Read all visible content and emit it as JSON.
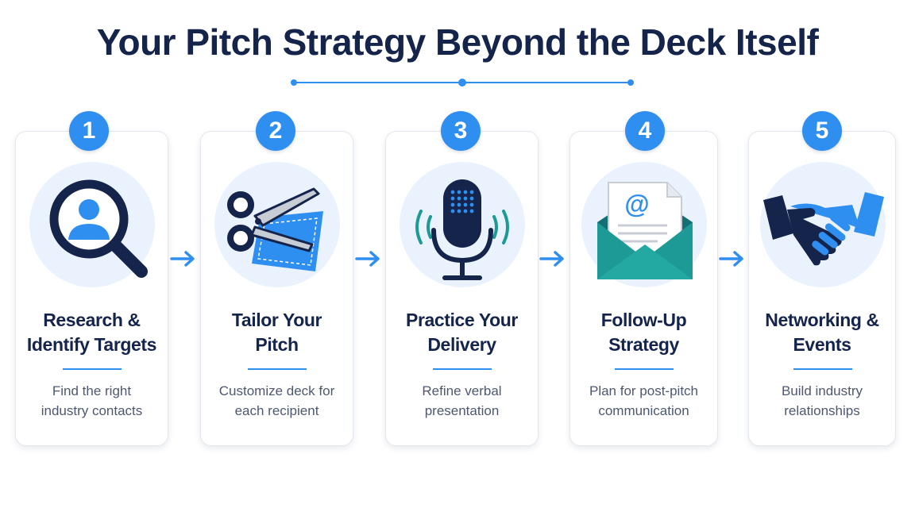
{
  "title": "Your Pitch Strategy Beyond the Deck Itself",
  "colors": {
    "navy": "#14244b",
    "accent_blue": "#2e8ff0",
    "light_blue_circle": "#e9f2fd",
    "teal": "#1d9a95",
    "body_text": "#4d5870"
  },
  "steps": [
    {
      "number": "1",
      "icon": "magnifying-glass-person-icon",
      "title_line1": "Research &",
      "title_line2": "Identify Targets",
      "desc_line1": "Find the right",
      "desc_line2": "industry contacts"
    },
    {
      "number": "2",
      "icon": "scissors-fabric-icon",
      "title_line1": "Tailor Your",
      "title_line2": "Pitch",
      "desc_line1": "Customize deck for",
      "desc_line2": "each recipient"
    },
    {
      "number": "3",
      "icon": "microphone-icon",
      "title_line1": "Practice Your",
      "title_line2": "Delivery",
      "desc_line1": "Refine verbal",
      "desc_line2": "presentation"
    },
    {
      "number": "4",
      "icon": "email-envelope-icon",
      "title_line1": "Follow-Up",
      "title_line2": "Strategy",
      "desc_line1": "Plan for post-pitch",
      "desc_line2": "communication"
    },
    {
      "number": "5",
      "icon": "handshake-icon",
      "title_line1": "Networking &",
      "title_line2": "Events",
      "desc_line1": "Build industry",
      "desc_line2": "relationships"
    }
  ]
}
